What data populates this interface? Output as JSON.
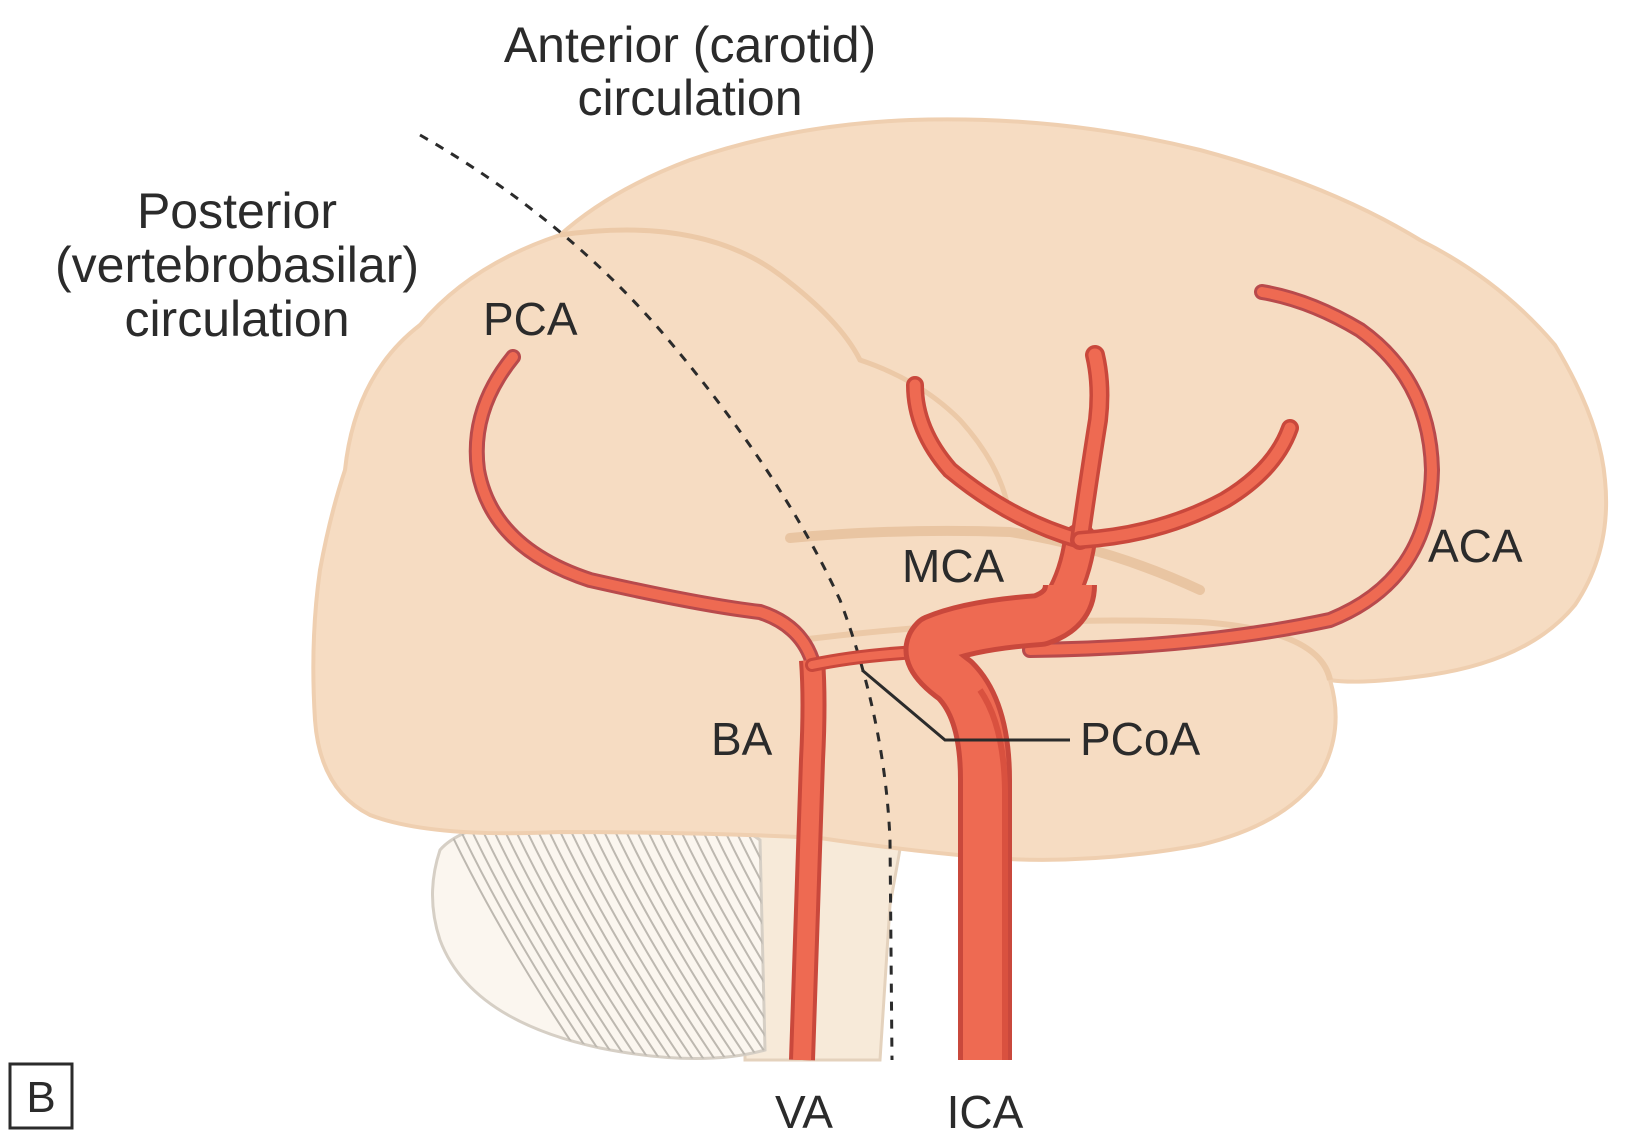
{
  "colors": {
    "background": "#ffffff",
    "brain_fill": "#f6dcc2",
    "brain_edge": "#efcfb0",
    "brain_shadow": "#ecc9a7",
    "cerebellum_fill": "#fbf6ef",
    "cerebellum_lines": "#bdb8b0",
    "artery": "#ee6a52",
    "artery_dark": "#d9513f",
    "small_artery": "#b84a4c",
    "dashed_line": "#2b2b2b",
    "text": "#2b2b2b"
  },
  "labels": {
    "anterior_line1": "Anterior (carotid)",
    "anterior_line2": "circulation",
    "posterior_line1": "Posterior",
    "posterior_line2": "(vertebrobasilar)",
    "posterior_line3": "circulation",
    "pca": "PCA",
    "mca": "MCA",
    "aca": "ACA",
    "ba": "BA",
    "pcoa": "PCoA",
    "va": "VA",
    "ica": "ICA",
    "panel": "B"
  },
  "structures": [
    "cerebrum",
    "cerebellum",
    "brainstem",
    "posterior-cerebral-artery",
    "middle-cerebral-artery",
    "anterior-cerebral-artery",
    "basilar-artery",
    "posterior-communicating-artery",
    "vertebral-artery",
    "internal-carotid-artery"
  ]
}
